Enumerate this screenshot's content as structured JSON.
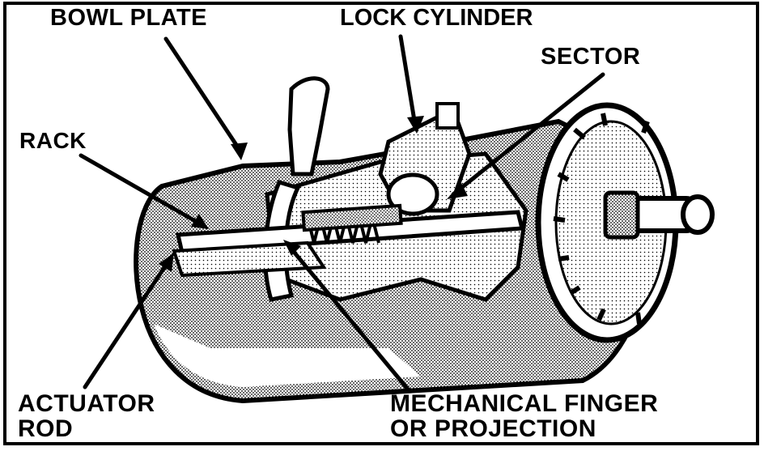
{
  "labels": {
    "bowl_plate": "BOWL PLATE",
    "lock_cylinder": "LOCK CYLINDER",
    "sector": "SECTOR",
    "rack": "RACK",
    "actuator_rod_line1": "ACTUATOR",
    "actuator_rod_line2": "ROD",
    "mechanical_finger_line1": "MECHANICAL FINGER",
    "mechanical_finger_line2": "OR PROJECTION"
  },
  "colors": {
    "ink": "#000000",
    "paper": "#ffffff",
    "shade": "#bdbdbd"
  }
}
